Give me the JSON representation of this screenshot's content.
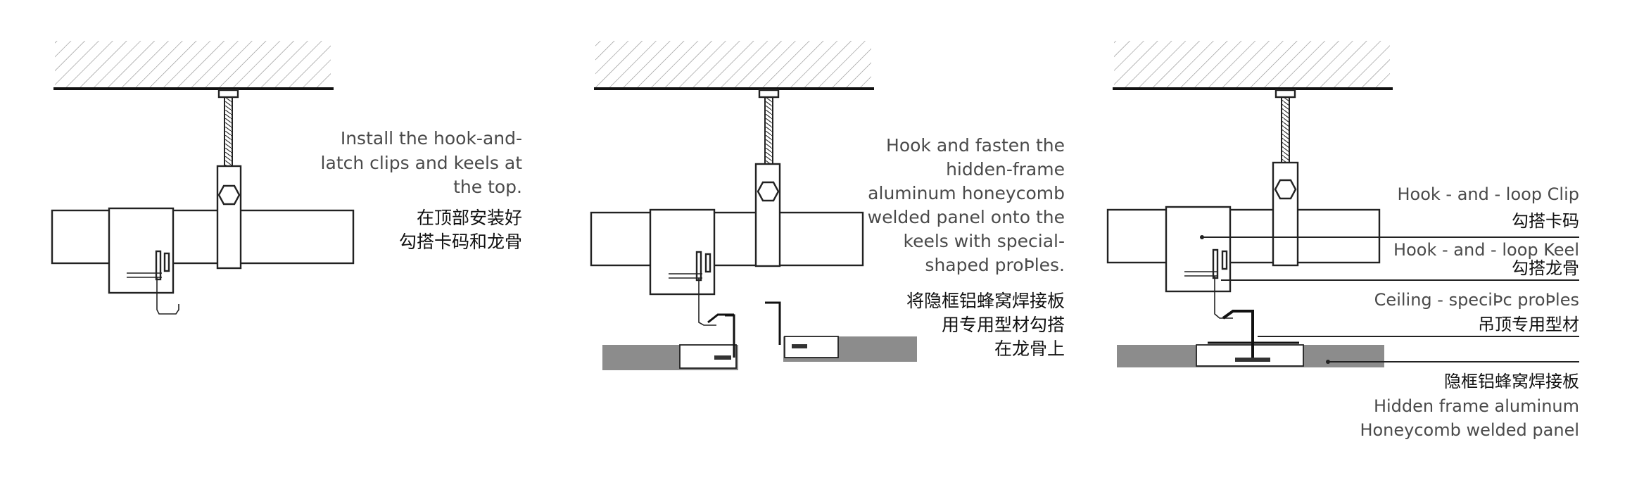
{
  "step1": {
    "desc_en": [
      "Install the hook-and-",
      "latch clips and keels at",
      "the top."
    ],
    "desc_cn": [
      "在顶部安装好",
      "勾搭卡码和龙骨"
    ]
  },
  "step2": {
    "desc_en": [
      "Hook and fasten the",
      "hidden-frame",
      "aluminum honeycomb",
      "welded panel onto the",
      "keels with special-",
      "shaped proÞles."
    ],
    "desc_cn": [
      "将隐框铝蜂窝焊接板",
      "用专用型材勾搭",
      "在龙骨上"
    ]
  },
  "step3": {
    "labels": [
      {
        "en": "Hook - and - loop Clip",
        "cn": "勾搭卡码"
      },
      {
        "en": "Hook - and - loop Keel",
        "cn": "勾搭龙骨"
      },
      {
        "en": "Ceiling - speciÞc proÞles",
        "cn": "吊顶专用型材"
      }
    ],
    "panel_cn": "隐框铝蜂窝焊接板",
    "panel_en": [
      "Hidden frame aluminum",
      "Honeycomb welded panel"
    ]
  },
  "colors": {
    "line": "#222222",
    "panel_fill": "#8c8c8c",
    "hatch": "#777777"
  }
}
